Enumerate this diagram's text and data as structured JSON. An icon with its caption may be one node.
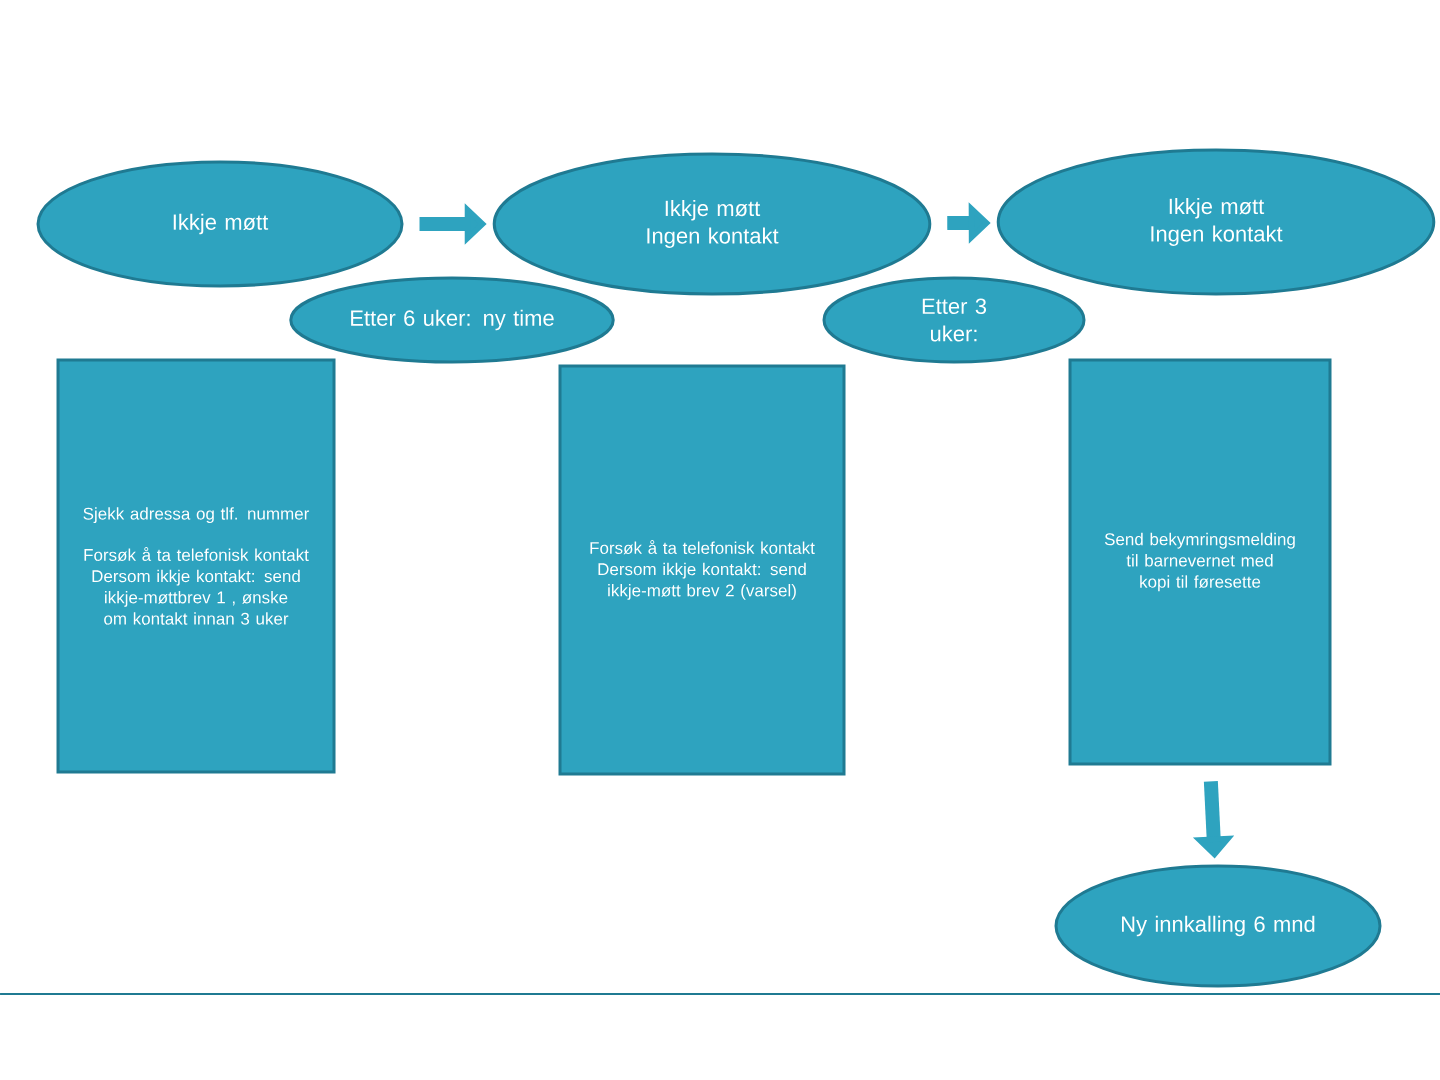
{
  "diagram": {
    "nodes": [
      {
        "text": [
          "Ikkje møtt"
        ]
      },
      {
        "text": [
          "Ikkje møtt",
          "Ingen kontakt"
        ]
      },
      {
        "text": [
          "Ikkje møtt",
          "Ingen kontakt"
        ]
      },
      {
        "text": [
          "Etter 6 uker: ny time"
        ]
      },
      {
        "text": [
          "Etter 3 uker:"
        ]
      },
      {
        "text": [
          "Sjekk adressa og tlf. nummer",
          "Forsøk å ta telefonisk kontakt",
          "Dersom ikkje kontakt: send ikkje-møttbrev 1 , ønske om kontakt innan 3 uker"
        ]
      },
      {
        "text": [
          "Forsøk å ta telefonisk kontakt",
          "Dersom ikkje kontakt: send ikkje-møtt brev 2 (varsel)"
        ]
      },
      {
        "text": [
          "Send bekymringsmelding til barnevernet med kopi til føresette"
        ]
      },
      {
        "text": [
          "Ny innkalling 6 mnd"
        ]
      }
    ],
    "edges": [
      {
        "from": 0,
        "to": 1,
        "arrow": "to"
      },
      {
        "from": 1,
        "to": 2,
        "arrow": "to"
      },
      {
        "from": 7,
        "to": 8,
        "arrow": "to"
      }
    ]
  }
}
